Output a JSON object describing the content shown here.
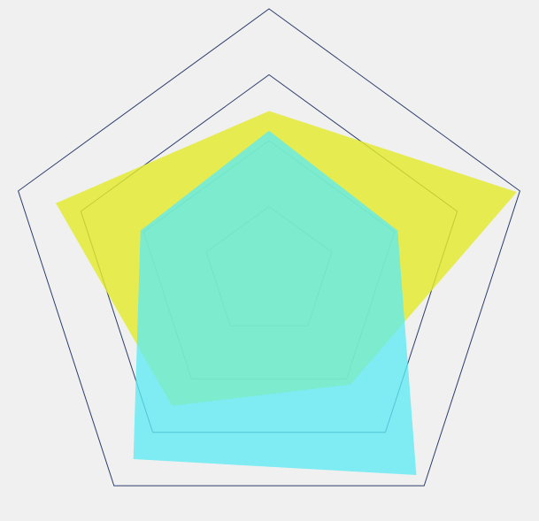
{
  "chart_data": {
    "type": "radar",
    "axes": 5,
    "range": [
      0,
      4
    ],
    "rings": [
      1,
      2,
      3,
      4
    ],
    "grid": true,
    "legend": "none",
    "series": [
      {
        "values": [
          2.45,
          3.95,
          2.1,
          2.5,
          3.4
        ],
        "color": "#e3ea2c",
        "opacity": 0.82
      },
      {
        "values": [
          2.15,
          2.05,
          3.8,
          3.5,
          2.05
        ],
        "color": "#5eeaf2",
        "opacity": 0.78
      }
    ]
  }
}
